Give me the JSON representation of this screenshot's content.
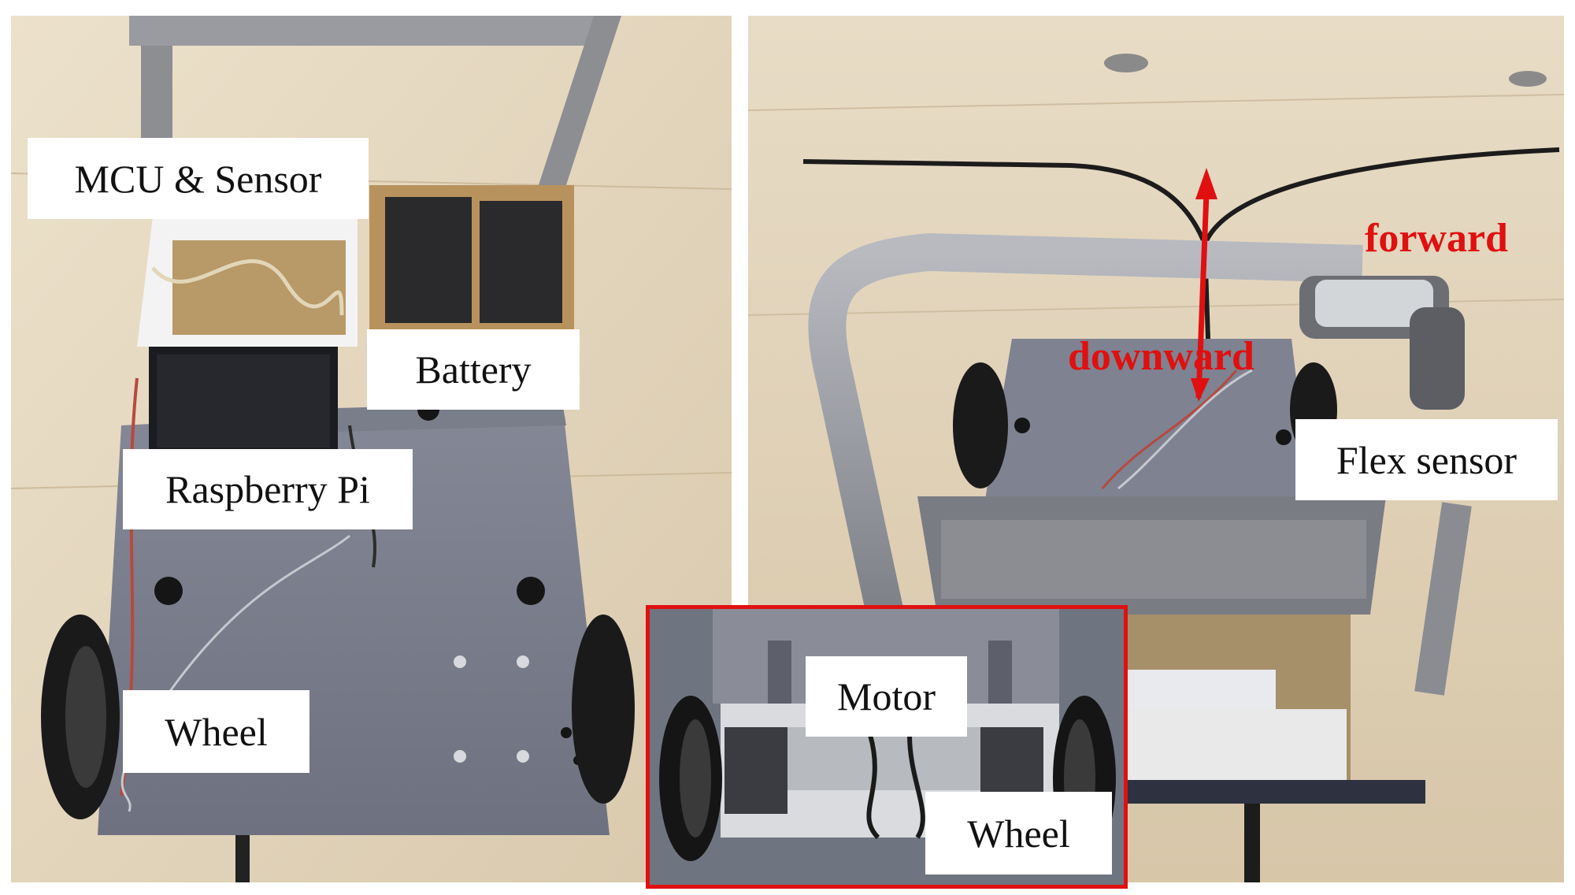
{
  "figure": {
    "left_photo": {
      "labels": {
        "mcu_sensor": "MCU & Sensor",
        "battery": "Battery",
        "raspberry_pi": "Raspberry Pi",
        "wheel": "Wheel"
      }
    },
    "right_photo": {
      "labels": {
        "flex_sensor": "Flex sensor"
      },
      "annotations": {
        "forward": "forward",
        "downward": "downward"
      }
    },
    "inset": {
      "labels": {
        "motor": "Motor",
        "wheel": "Wheel"
      }
    },
    "colors": {
      "annotation": "#e01010",
      "inset_border": "#e01010",
      "label_bg": "#ffffff",
      "platform": "#7c7f8c",
      "floor": "#e6d7bf"
    }
  }
}
